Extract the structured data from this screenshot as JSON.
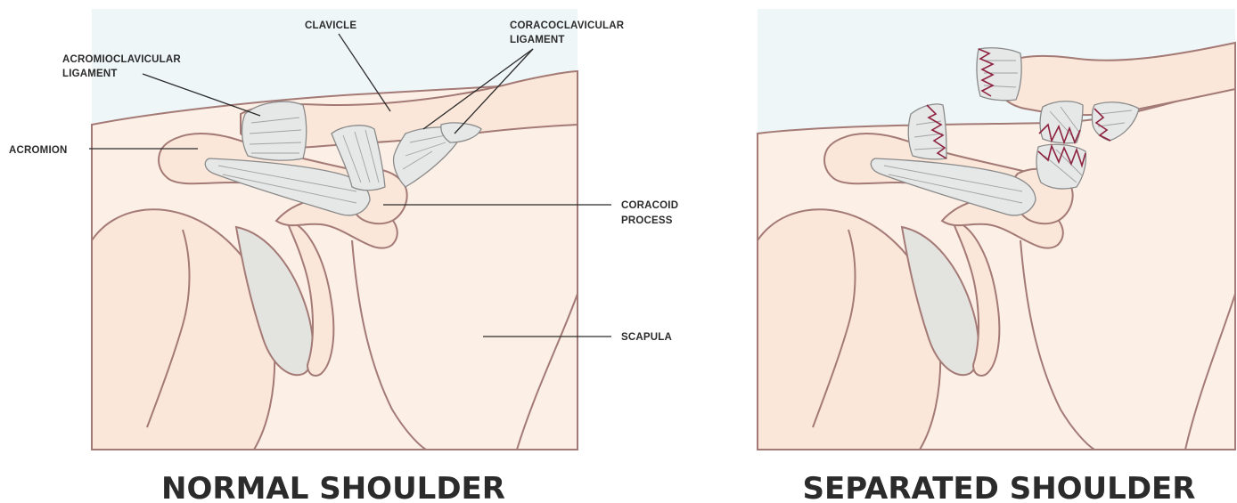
{
  "labels": {
    "clavicle": "CLAVICLE",
    "coracoclavicular_line1": "CORACOCLAVICULAR",
    "coracoclavicular_line2": "LIGAMENT",
    "acromioclavicular_line1": "ACROMIOCLAVICULAR",
    "acromioclavicular_line2": "LIGAMENT",
    "acromion": "ACROMION",
    "coracoid_line1": "CORACOID",
    "coracoid_line2": "PROCESS",
    "scapula": "SCAPULA"
  },
  "captions": {
    "normal": "NORMAL SHOULDER",
    "separated": "SEPARATED SHOULDER"
  },
  "colors": {
    "panel_background": "#eef6f7",
    "bone_fill": "#fbe7d9",
    "bone_outline": "#a47a76",
    "ligament_fill": "#e6e7e7",
    "cartilage_fill": "#e3e3df",
    "tear_marks": "#8e2340",
    "text": "#2b2b2b"
  }
}
